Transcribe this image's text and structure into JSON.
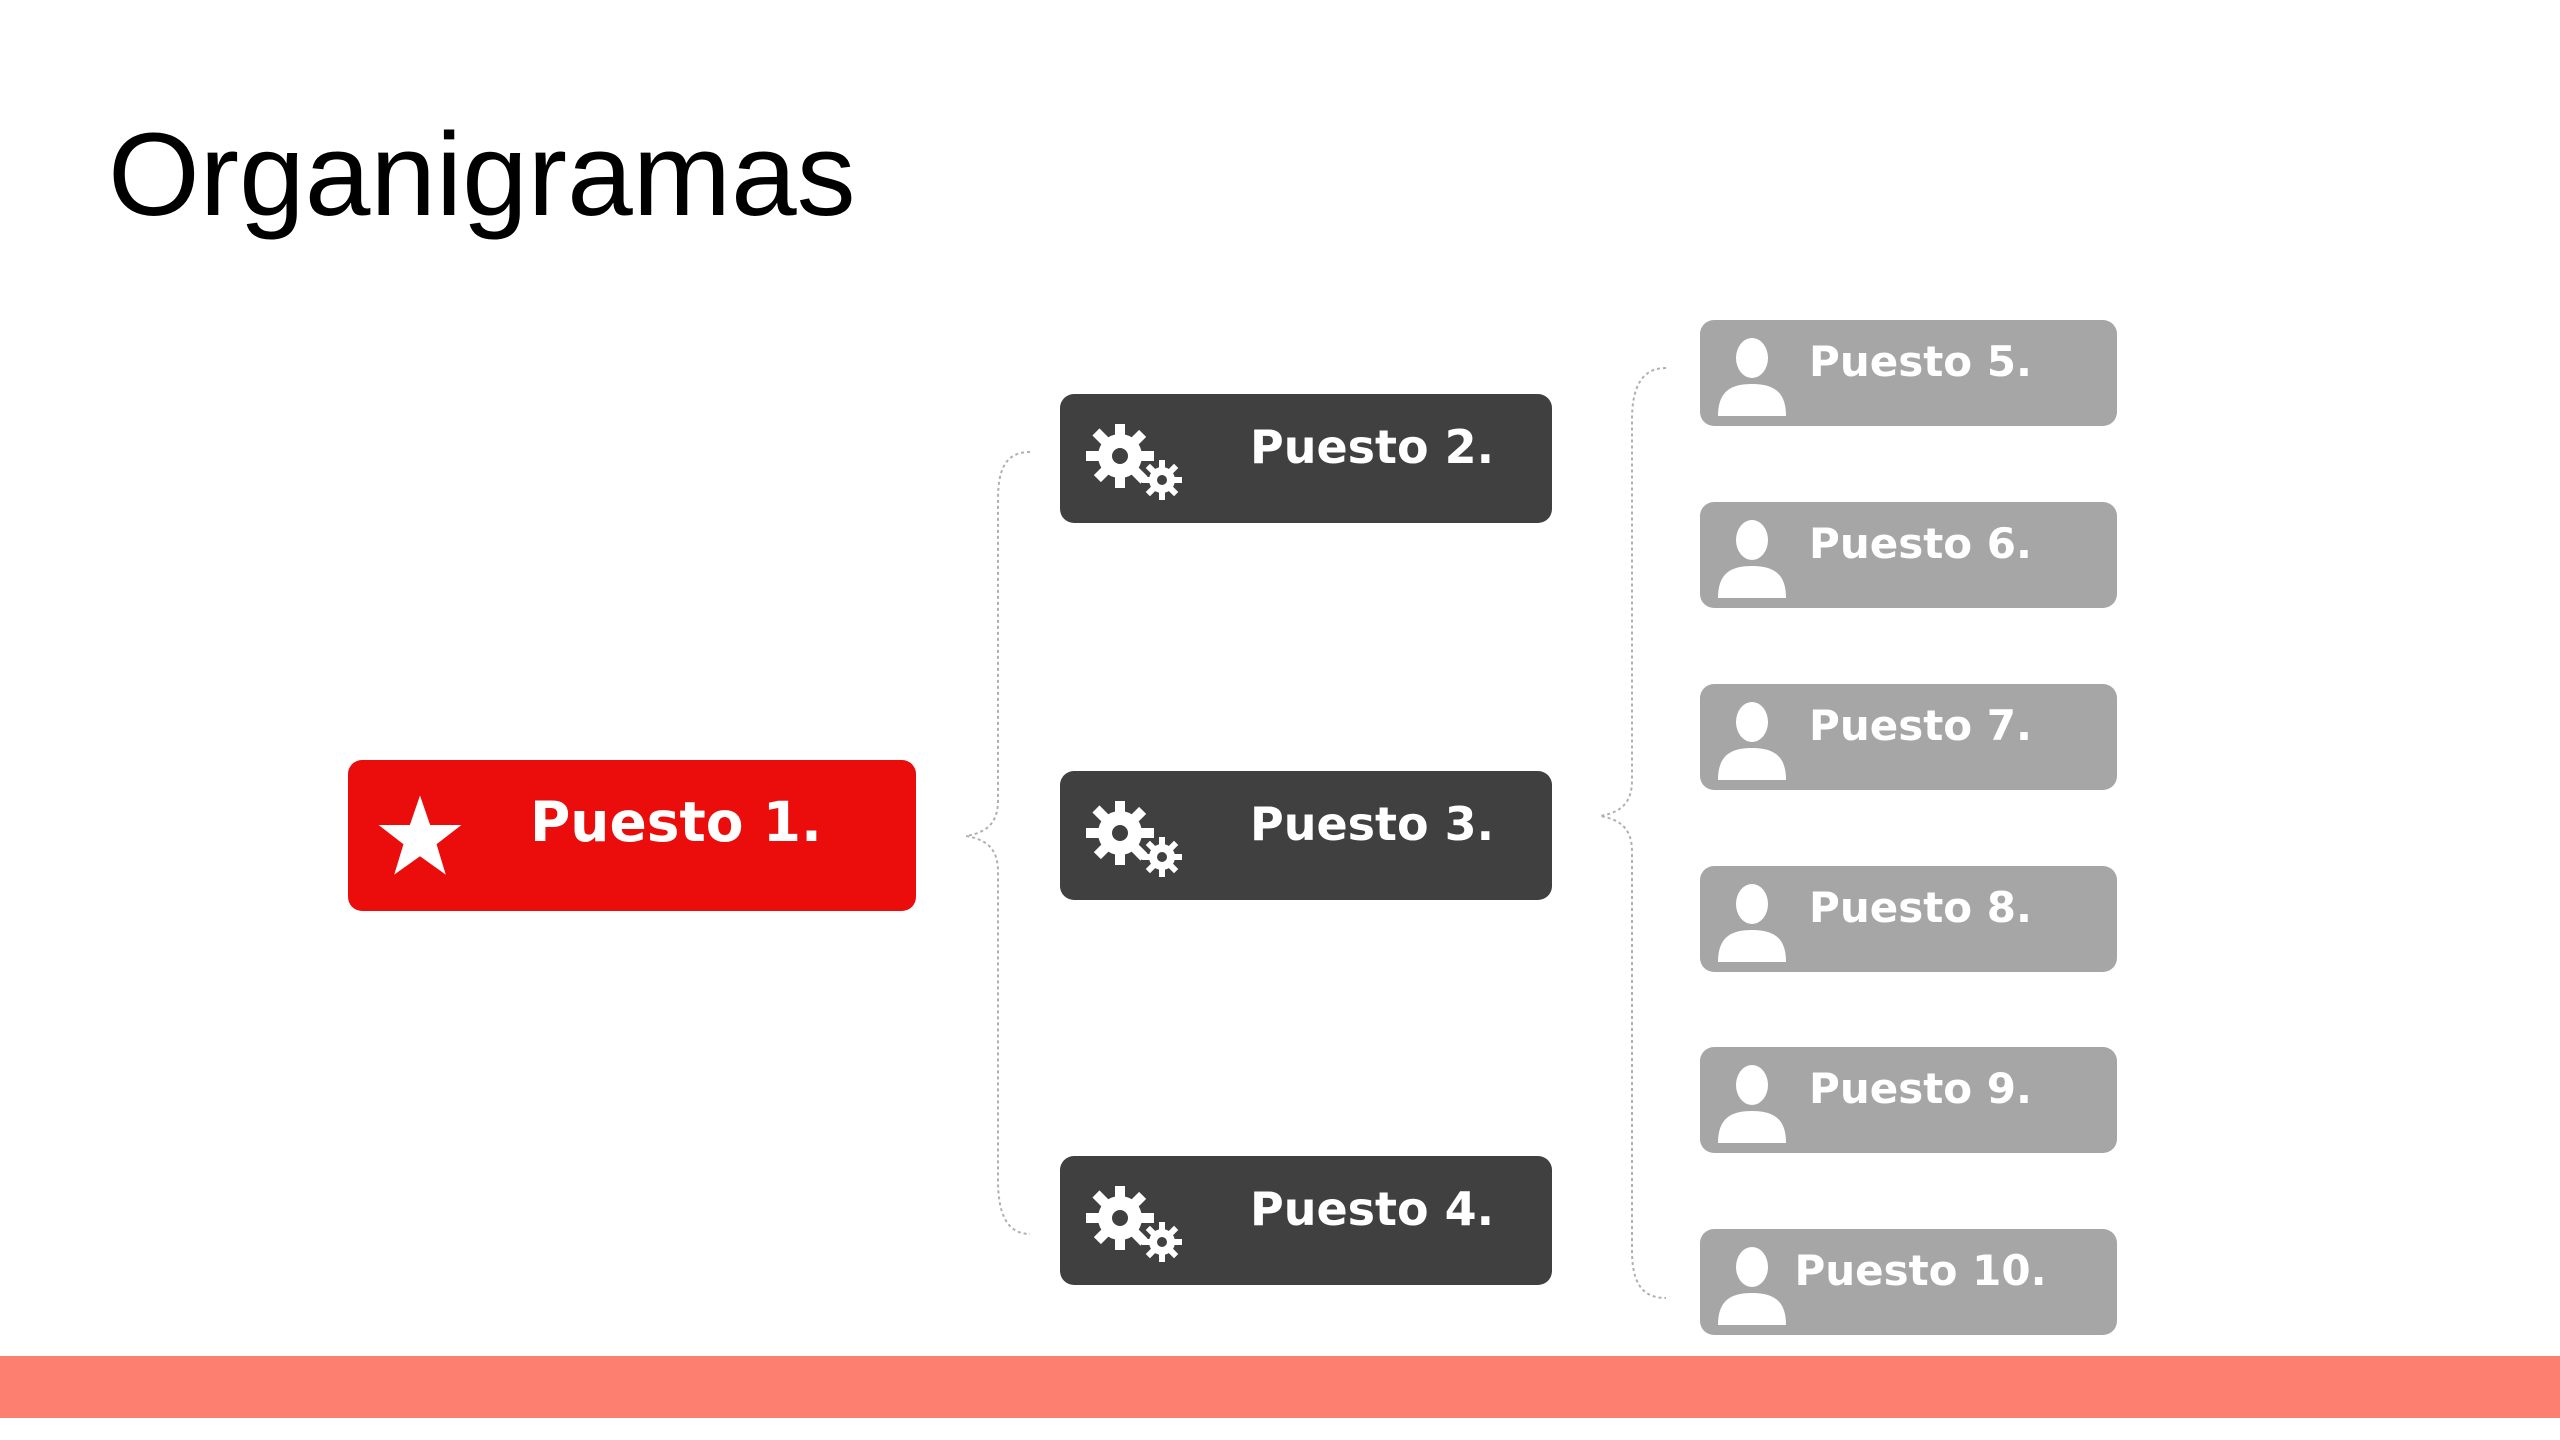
{
  "title": "Organigramas",
  "colors": {
    "top_level": "#eb0c0c",
    "middle_level": "#404040",
    "bottom_level": "#a6a6a6",
    "footer_bar": "#fd7f6f",
    "connector": "#b0b0b0"
  },
  "level1": {
    "label": "Puesto 1.",
    "icon": "star-icon"
  },
  "level2": [
    {
      "label": "Puesto 2.",
      "icon": "gears-icon"
    },
    {
      "label": "Puesto 3.",
      "icon": "gears-icon"
    },
    {
      "label": "Puesto 4.",
      "icon": "gears-icon"
    }
  ],
  "level3": [
    {
      "label": "Puesto 5.",
      "icon": "person-icon"
    },
    {
      "label": "Puesto 6.",
      "icon": "person-icon"
    },
    {
      "label": "Puesto 7.",
      "icon": "person-icon"
    },
    {
      "label": "Puesto 8.",
      "icon": "person-icon"
    },
    {
      "label": "Puesto 9.",
      "icon": "person-icon"
    },
    {
      "label": "Puesto 10.",
      "icon": "person-icon"
    }
  ]
}
